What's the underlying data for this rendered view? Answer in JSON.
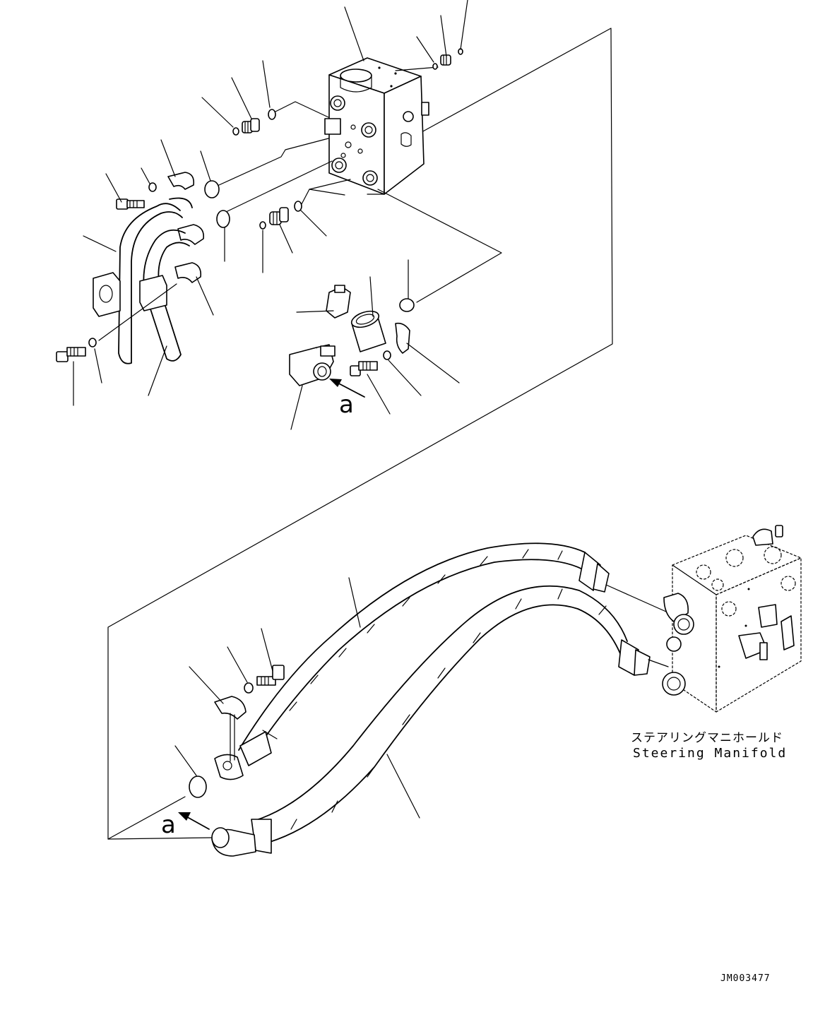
{
  "callouts": {
    "ref_letter_top": "a",
    "ref_letter_bottom": "a"
  },
  "manifold": {
    "label_jp": "ステアリングマニホールド",
    "label_en": "Steering Manifold"
  },
  "drawing_code": "JM003477",
  "colors": {
    "line": "#000000",
    "background": "#ffffff"
  }
}
